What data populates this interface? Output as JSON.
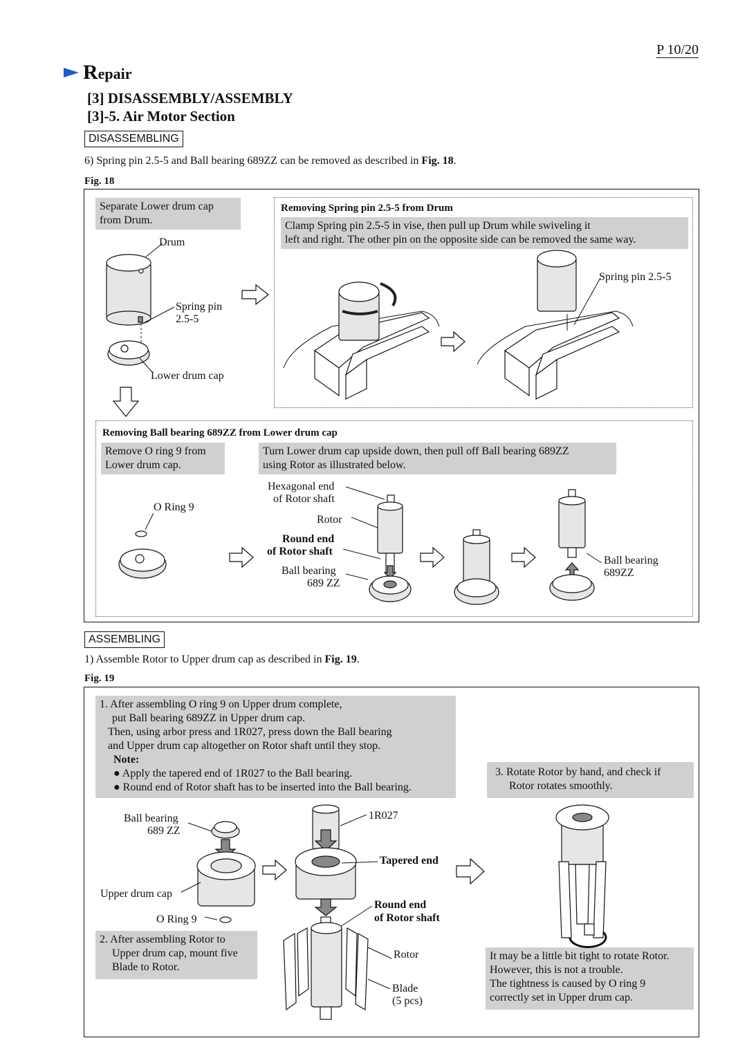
{
  "page_number": "P 10/20",
  "header": {
    "repair_initial": "R",
    "repair_rest": "epair",
    "section_title": "[3] DISASSEMBLY/ASSEMBLY",
    "subsection_title": "[3]-5. Air Motor Section"
  },
  "disassembling": {
    "tag": "DISASSEMBLING",
    "step_text": "6) Spring pin 2.5-5 and Ball bearing 689ZZ can be removed as described in",
    "step_fig_ref": "Fig. 18",
    "step_end": ".",
    "fig_label": "Fig. 18",
    "separate_note": [
      "Separate Lower drum cap",
      "from Drum."
    ],
    "labels": {
      "drum": "Drum",
      "spring_pin_1": "Spring pin",
      "spring_pin_2": "2.5-5",
      "lower_drum_cap": "Lower drum cap",
      "spring_pin_right": "Spring pin 2.5-5"
    },
    "spring_panel": {
      "title": "Removing Spring pin 2.5-5 from Drum",
      "text": [
        "Clamp Spring pin 2.5-5 in vise, then pull up Drum while swiveling it",
        "left and right.  The other pin on the opposite side can be removed the same way."
      ]
    },
    "bearing_panel": {
      "title": "Removing Ball bearing 689ZZ from Lower drum cap",
      "left_note": [
        "Remove O ring 9 from",
        "Lower drum cap."
      ],
      "right_note": [
        "Turn Lower drum cap upside down, then pull off Ball bearing 689ZZ",
        "using Rotor as illustrated below."
      ],
      "o_ring": "O Ring 9",
      "hex_end_1": "Hexagonal end",
      "hex_end_2": "of Rotor shaft",
      "rotor": "Rotor",
      "round_end_1": "Round end",
      "round_end_2": "of Rotor shaft",
      "ball_bearing_1": "Ball bearing",
      "ball_bearing_2": "689 ZZ",
      "ball_bearing_r1": "Ball bearing",
      "ball_bearing_r2": "689ZZ"
    }
  },
  "assembling": {
    "tag": "ASSEMBLING",
    "step_text": "1) Assemble Rotor to Upper drum cap as described in",
    "step_fig_ref": "Fig. 19",
    "step_end": ".",
    "fig_label": "Fig. 19",
    "note1": {
      "lines": [
        "1. After assembling O ring 9 on Upper drum complete,",
        "put Ball bearing 689ZZ in Upper drum cap.",
        "Then, using arbor press and 1R027, press down the Ball bearing",
        "and Upper drum cap altogether on Rotor shaft until they stop."
      ],
      "note_label": "Note:",
      "bullets": [
        "Apply the tapered end of 1R027 to the Ball bearing.",
        "Round end of Rotor shaft has to be inserted into the Ball bearing."
      ]
    },
    "note3": [
      "3. Rotate Rotor by hand, and check if",
      "Rotor rotates smoothly."
    ],
    "note2": [
      "2. After assembling Rotor to",
      "Upper drum cap, mount five",
      "Blade to Rotor."
    ],
    "note4": [
      "It may be a little bit tight to rotate Rotor.",
      "However, this is not a trouble.",
      "The tightness is caused by O ring 9",
      "correctly set in Upper drum cap."
    ],
    "labels": {
      "ball_bearing_1": "Ball bearing",
      "ball_bearing_2": "689 ZZ",
      "upper_drum_cap": "Upper drum cap",
      "o_ring": "O Ring 9",
      "tool": "1R027",
      "tapered_end": "Tapered end",
      "round_end_1": "Round end",
      "round_end_2": "of Rotor shaft",
      "rotor": "Rotor",
      "blade_1": "Blade",
      "blade_2": "(5 pcs)"
    }
  },
  "colors": {
    "accent_arrow": "#1e5bc6",
    "note_fill": "#d0d0d0"
  }
}
